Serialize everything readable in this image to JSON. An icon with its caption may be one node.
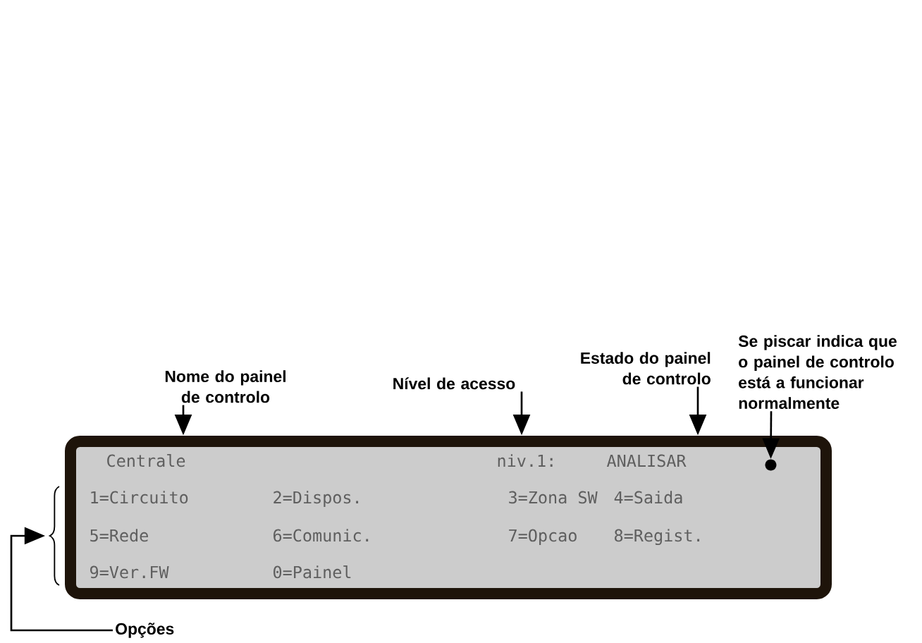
{
  "diagram": {
    "nodes": [
      {
        "text": [
          "Se piscar indica que o painel de controlo está a funcionar normalmente"
        ]
      },
      {
        "text": [
          "Estado do painel de controlo"
        ]
      },
      {
        "text": [
          "Nome do painel de controlo"
        ]
      },
      {
        "text": [
          "Nível de acesso"
        ]
      },
      {
        "text": [
          "Centrale",
          "niv.1:",
          "ANALISAR",
          "1=Circuito",
          "2=Dispos.",
          "3=Zona SW",
          "4=Saida",
          "5=Rede",
          "6=Comunic.",
          "7=Opcao",
          "8=Regist.",
          "9=Ver.FW",
          "0=Painel"
        ]
      },
      {
        "text": [],
        "shape": "circle",
        "in": 4
      },
      {
        "text": [],
        "shape": "brace"
      },
      {
        "text": [
          "Opções"
        ]
      }
    ],
    "edges": [
      {
        "from": 2,
        "to": 4,
        "arrow": "to"
      },
      {
        "from": 3,
        "to": 4,
        "arrow": "to"
      },
      {
        "from": 1,
        "to": 4,
        "arrow": "to"
      },
      {
        "from": 0,
        "to": 5,
        "arrow": "to"
      },
      {
        "from": 7,
        "to": 6,
        "arrow": "to"
      }
    ]
  }
}
